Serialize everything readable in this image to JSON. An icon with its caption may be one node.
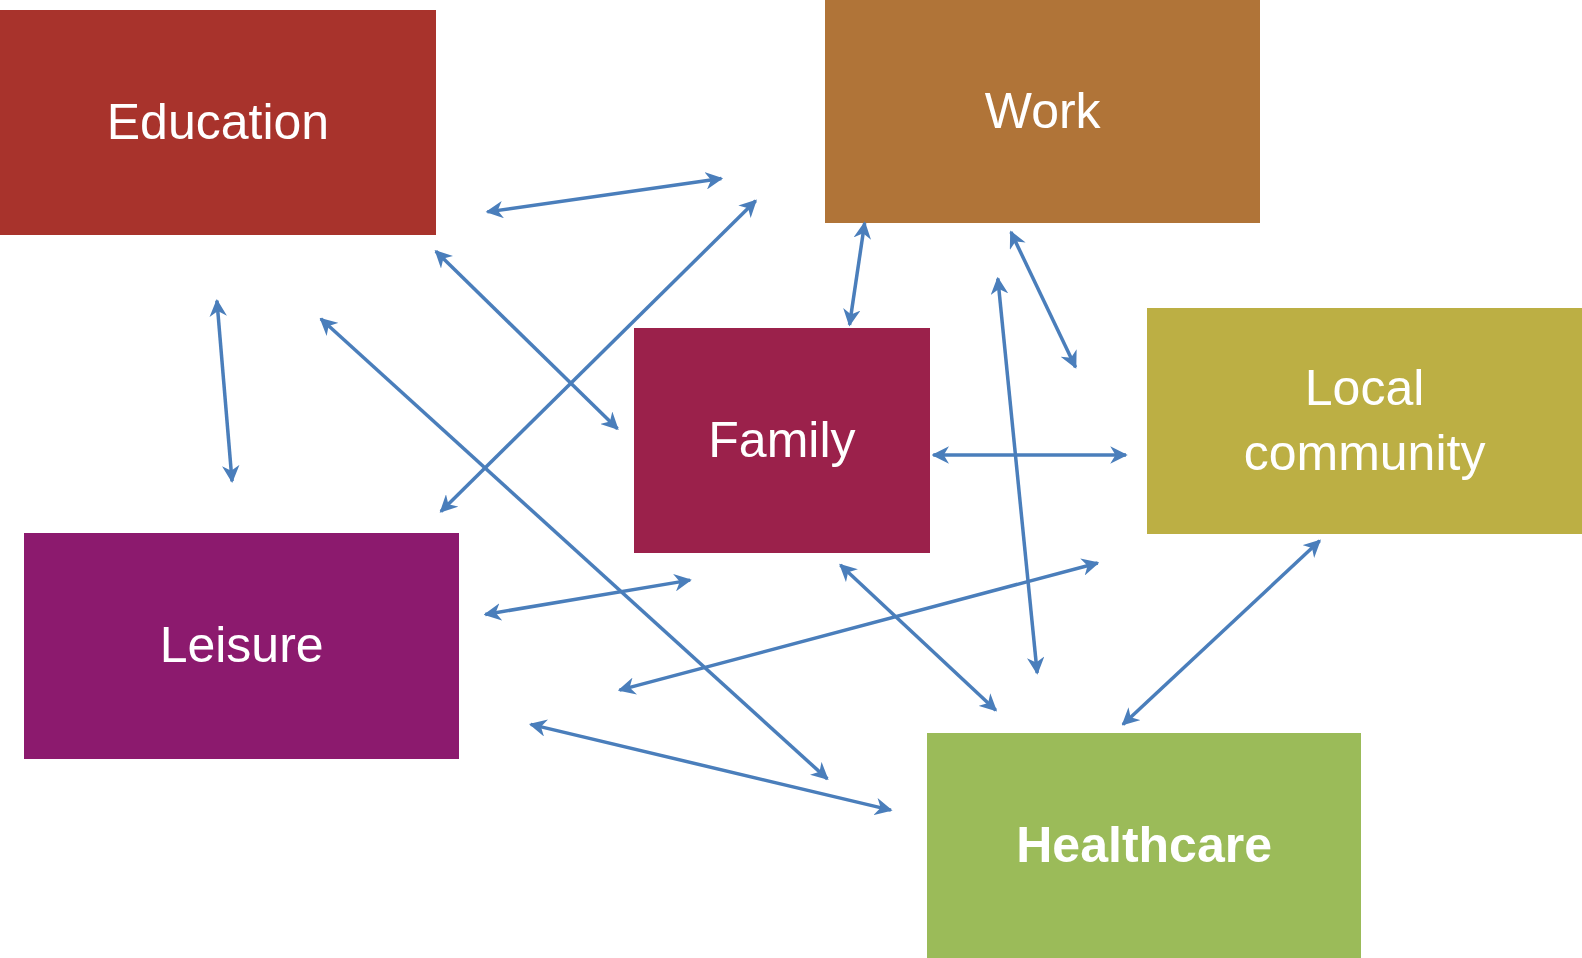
{
  "diagram": {
    "nodes": [
      {
        "text": [
          "Education"
        ]
      },
      {
        "text": [
          "Work"
        ]
      },
      {
        "text": [
          "Family"
        ]
      },
      {
        "text": [
          "Local community"
        ]
      },
      {
        "text": [
          "Leisure"
        ]
      },
      {
        "text": [
          "Healthcare"
        ]
      }
    ],
    "edges": [
      {
        "from": 0,
        "to": 1,
        "arrow": "both"
      },
      {
        "from": 0,
        "to": 2,
        "arrow": "both"
      },
      {
        "from": 1,
        "to": 4,
        "arrow": "both"
      },
      {
        "from": 0,
        "to": 4,
        "arrow": "both"
      },
      {
        "from": 0,
        "to": 5,
        "arrow": "both"
      },
      {
        "from": 1,
        "to": 2,
        "arrow": "both"
      },
      {
        "from": 1,
        "to": 3,
        "arrow": "both"
      },
      {
        "from": 1,
        "to": 5,
        "arrow": "both"
      },
      {
        "from": 2,
        "to": 3,
        "arrow": "both"
      },
      {
        "from": 4,
        "to": 2,
        "arrow": "both"
      },
      {
        "from": 3,
        "to": null,
        "arrow": "both"
      },
      {
        "from": 2,
        "to": 5,
        "arrow": "both"
      },
      {
        "from": 3,
        "to": 5,
        "arrow": "both"
      },
      {
        "from": 4,
        "to": 5,
        "arrow": "both"
      }
    ]
  }
}
